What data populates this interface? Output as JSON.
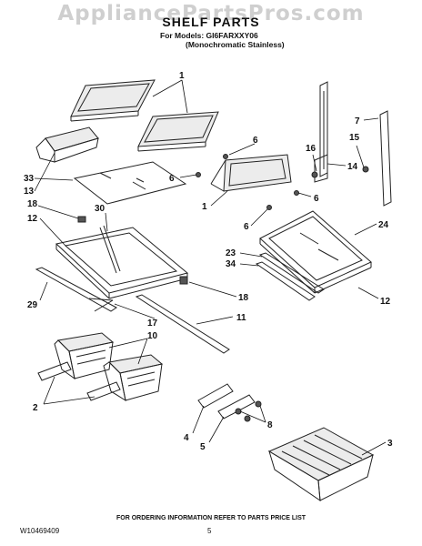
{
  "watermark": "AppliancePartsPros.com",
  "title": "SHELF PARTS",
  "models_line1": "For Models: GI6FARXXY06",
  "models_line2": "(Monochromatic Stainless)",
  "footer_text": "FOR ORDERING INFORMATION REFER TO PARTS PRICE LIST",
  "doc_number": "W10469409",
  "page_number": "5",
  "callouts": {
    "c1a": "1",
    "c1b": "1",
    "c2": "2",
    "c3": "3",
    "c4": "4",
    "c5": "5",
    "c6a": "6",
    "c6b": "6",
    "c6c": "6",
    "c6d": "6",
    "c7": "7",
    "c8": "8",
    "c10": "10",
    "c11": "11",
    "c12a": "12",
    "c12b": "12",
    "c13": "13",
    "c14": "14",
    "c15": "15",
    "c16": "16",
    "c17": "17",
    "c18a": "18",
    "c18b": "18",
    "c23": "23",
    "c24": "24",
    "c29": "29",
    "c30": "30",
    "c33": "33",
    "c34": "34"
  }
}
